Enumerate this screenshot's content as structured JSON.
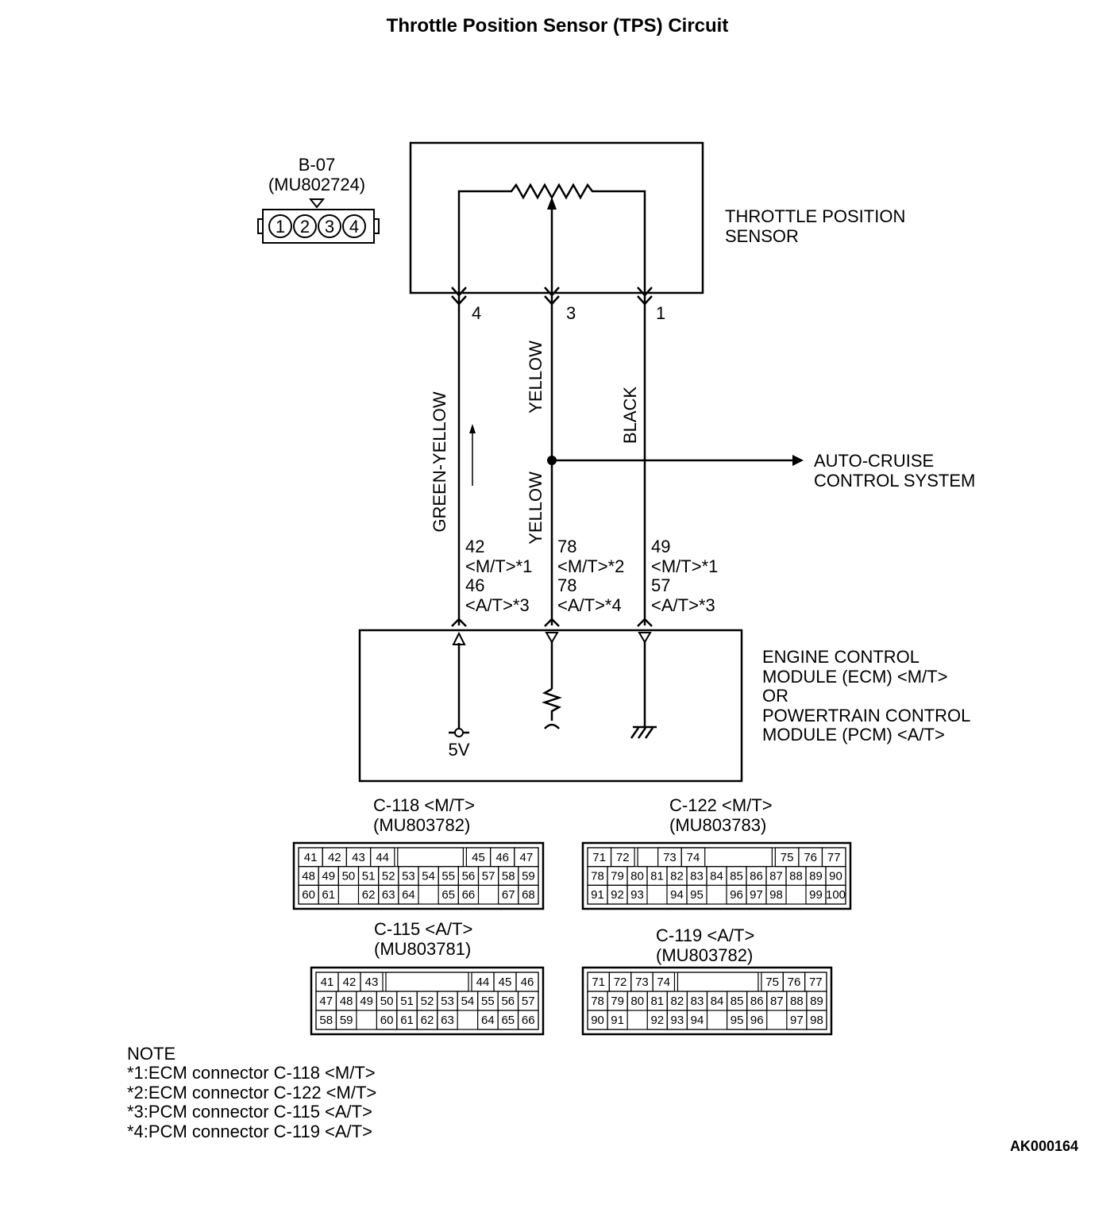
{
  "title": "Throttle Position Sensor (TPS) Circuit",
  "sensor_connector": {
    "id": "B-07",
    "part": "(MU802724)",
    "pins": [
      "1",
      "2",
      "3",
      "4"
    ]
  },
  "sensor_label": [
    "THROTTLE POSITION",
    "SENSOR"
  ],
  "wires": [
    {
      "sensor_pin": "4",
      "colors": [
        "GREEN-YELLOW"
      ],
      "ecm_pins": [
        "42",
        "<M/T>*1",
        "46",
        "<A/T>*3"
      ]
    },
    {
      "sensor_pin": "3",
      "colors": [
        "YELLOW",
        "YELLOW"
      ],
      "ecm_pins": [
        "78",
        "<M/T>*2",
        "78",
        "<A/T>*4"
      ]
    },
    {
      "sensor_pin": "1",
      "colors": [
        "BLACK"
      ],
      "ecm_pins": [
        "49",
        "<M/T>*1",
        "57",
        "<A/T>*3"
      ]
    }
  ],
  "branch_label": [
    "AUTO-CRUISE",
    "CONTROL SYSTEM"
  ],
  "ecm_label": [
    "ENGINE CONTROL",
    "MODULE (ECM) <M/T>",
    "OR",
    "POWERTRAIN CONTROL",
    "MODULE (PCM) <A/T>"
  ],
  "supply_label": "5V",
  "connectors": [
    {
      "name": "C-118 <M/T>",
      "part": "(MU803782)",
      "rows": [
        [
          "41",
          "42",
          "43",
          "44",
          "",
          "",
          "",
          "45",
          "46",
          "47"
        ],
        [
          "48",
          "49",
          "50",
          "51",
          "52",
          "53",
          "54",
          "55",
          "56",
          "57",
          "58",
          "59"
        ],
        [
          "60",
          "61",
          "",
          "62",
          "63",
          "64",
          "",
          "65",
          "66",
          "",
          "67",
          "68"
        ]
      ]
    },
    {
      "name": "C-122 <M/T>",
      "part": "(MU803783)",
      "rows": [
        [
          "71",
          "72",
          "",
          "73",
          "74",
          "",
          "",
          "",
          "75",
          "76",
          "77"
        ],
        [
          "78",
          "79",
          "80",
          "81",
          "82",
          "83",
          "84",
          "85",
          "86",
          "87",
          "88",
          "89",
          "90"
        ],
        [
          "91",
          "92",
          "93",
          "",
          "94",
          "95",
          "",
          "96",
          "97",
          "98",
          "",
          "99",
          "100"
        ]
      ]
    },
    {
      "name": "C-115 <A/T>",
      "part": "(MU803781)",
      "rows": [
        [
          "41",
          "42",
          "43",
          "",
          "",
          "",
          "",
          "44",
          "45",
          "46"
        ],
        [
          "47",
          "48",
          "49",
          "50",
          "51",
          "52",
          "53",
          "54",
          "55",
          "56",
          "57"
        ],
        [
          "58",
          "59",
          "",
          "60",
          "61",
          "62",
          "63",
          "",
          "64",
          "65",
          "66"
        ]
      ]
    },
    {
      "name": "C-119 <A/T>",
      "part": "(MU803782)",
      "rows": [
        [
          "71",
          "72",
          "73",
          "74",
          "",
          "",
          "",
          "",
          "75",
          "76",
          "77"
        ],
        [
          "78",
          "79",
          "80",
          "81",
          "82",
          "83",
          "84",
          "85",
          "86",
          "87",
          "88",
          "89"
        ],
        [
          "90",
          "91",
          "",
          "92",
          "93",
          "94",
          "",
          "95",
          "96",
          "",
          "97",
          "98"
        ]
      ]
    }
  ],
  "note": {
    "heading": "NOTE",
    "lines": [
      "*1:ECM connector C-118 <M/T>",
      "*2:ECM connector C-122 <M/T>",
      "*3:PCM connector C-115 <A/T>",
      "*4:PCM connector C-119 <A/T>"
    ]
  },
  "figure_id": "AK000164"
}
